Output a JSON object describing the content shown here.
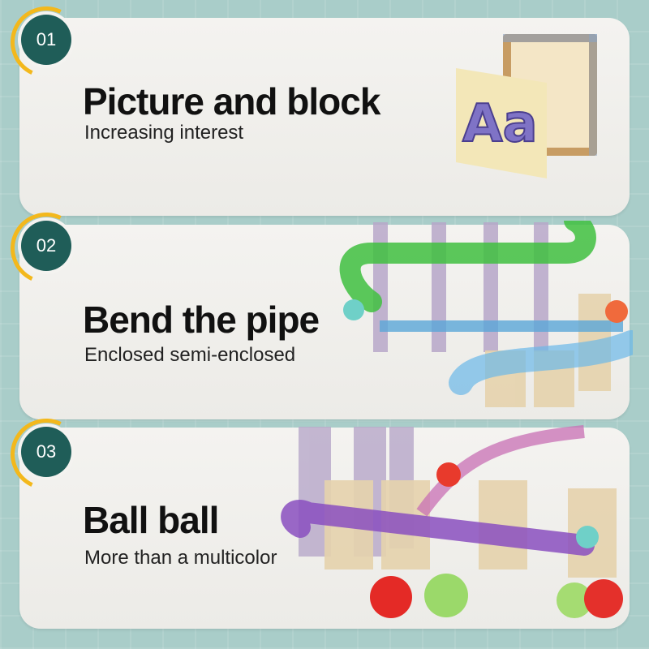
{
  "sections": [
    {
      "number": "01",
      "title": "Picture and block",
      "subtitle": "Increasing interest"
    },
    {
      "number": "02",
      "title": "Bend the pipe",
      "subtitle": "Enclosed semi-enclosed"
    },
    {
      "number": "03",
      "title": "Ball ball",
      "subtitle": "More than a multicolor"
    }
  ],
  "illustration": {
    "letter_card_text": "Aa"
  },
  "colors": {
    "badge": "#1f5d58",
    "ring": "#f3b81c",
    "background": "#a9cdc9",
    "card": "#f4f3f0"
  }
}
